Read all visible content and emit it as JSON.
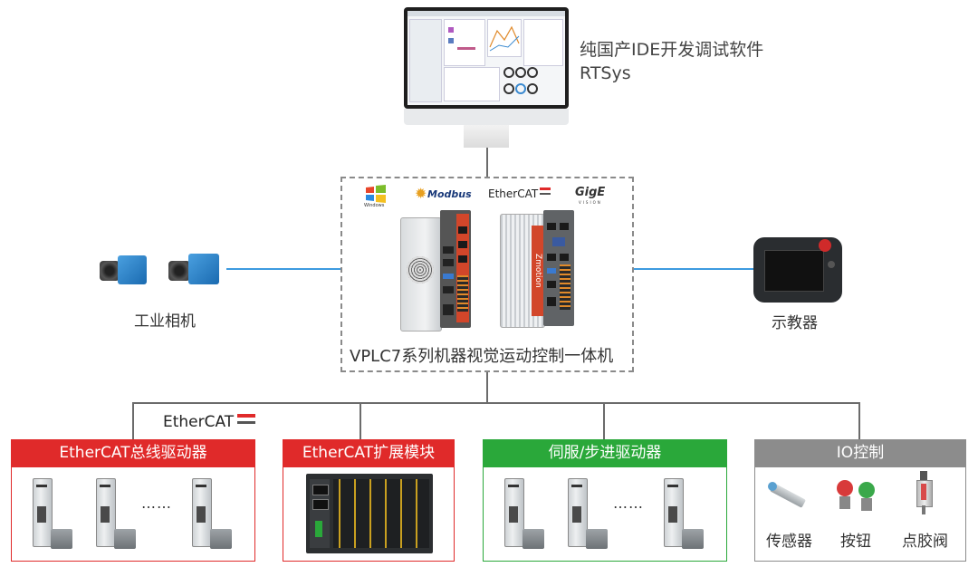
{
  "top": {
    "software_line1": "纯国产IDE开发调试软件",
    "software_line2": "RTSys"
  },
  "center": {
    "title": "VPLC7系列机器视觉运动控制一体机",
    "logos": {
      "windows": "Windows",
      "modbus": "Modbus",
      "ethercat_small": "EtherCAT",
      "gige": "GigE",
      "gige_sub": "VISION"
    },
    "device_brand": "Zmotion"
  },
  "left": {
    "label": "工业相机"
  },
  "right": {
    "label": "示教器"
  },
  "bus_logo": "EtherCAT",
  "categories": [
    {
      "title": "EtherCAT总线驱动器",
      "color": "#e02a2a",
      "dots": "……"
    },
    {
      "title": "EtherCAT扩展模块",
      "color": "#e02a2a"
    },
    {
      "title": "伺服/步进驱动器",
      "color": "#2aa83a",
      "dots": "……"
    },
    {
      "title": "IO控制",
      "color": "#8c8c8c",
      "items": [
        "传感器",
        "按钮",
        "点胶阀"
      ]
    }
  ]
}
